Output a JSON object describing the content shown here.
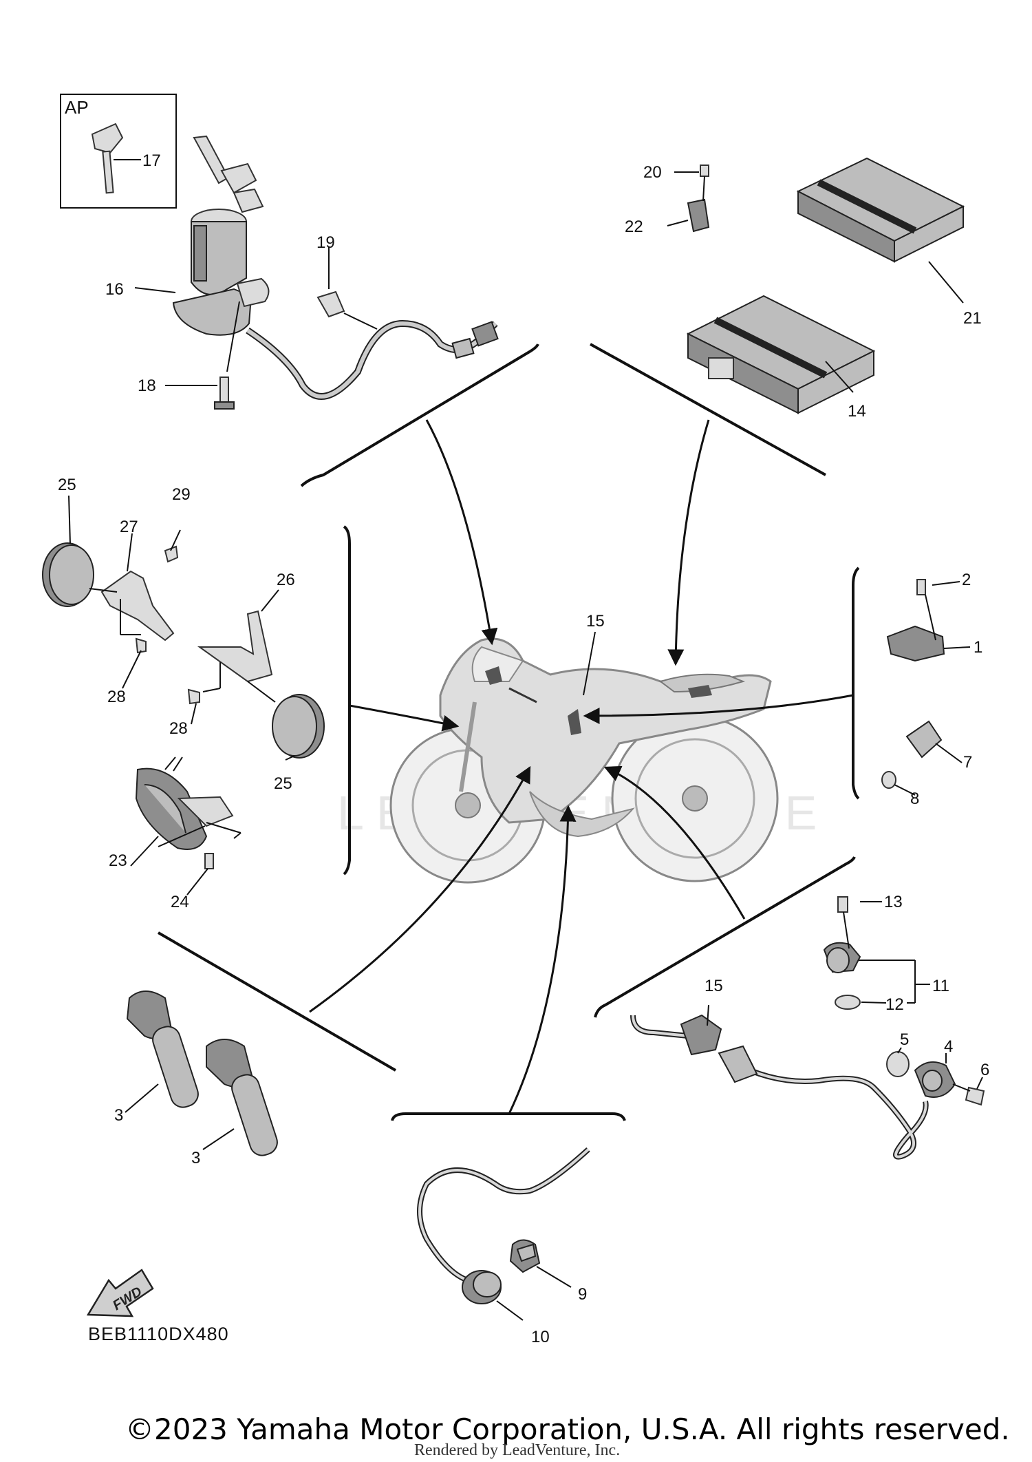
{
  "diagram": {
    "ap_label": "AP",
    "drawing_code": "BEB1110DX480",
    "fwd_label": "FWD",
    "watermark": "LEADVENTURE",
    "callouts": {
      "c1": "1",
      "c2": "2",
      "c3a": "3",
      "c3b": "3",
      "c4": "4",
      "c5": "5",
      "c6": "6",
      "c7": "7",
      "c8": "8",
      "c9": "9",
      "c10": "10",
      "c11": "11",
      "c12": "12",
      "c13": "13",
      "c14": "14",
      "c15a": "15",
      "c15b": "15",
      "c16": "16",
      "c17": "17",
      "c18": "18",
      "c19": "19",
      "c20": "20",
      "c21": "21",
      "c22": "22",
      "c23": "23",
      "c24": "24",
      "c25a": "25",
      "c25b": "25",
      "c26": "26",
      "c27": "27",
      "c28a": "28",
      "c28b": "28",
      "c29": "29"
    }
  },
  "footer": {
    "copyright": "©2023 Yamaha Motor Corporation, U.S.A. All rights reserved.",
    "rendered_by": "Rendered by LeadVenture, Inc."
  }
}
